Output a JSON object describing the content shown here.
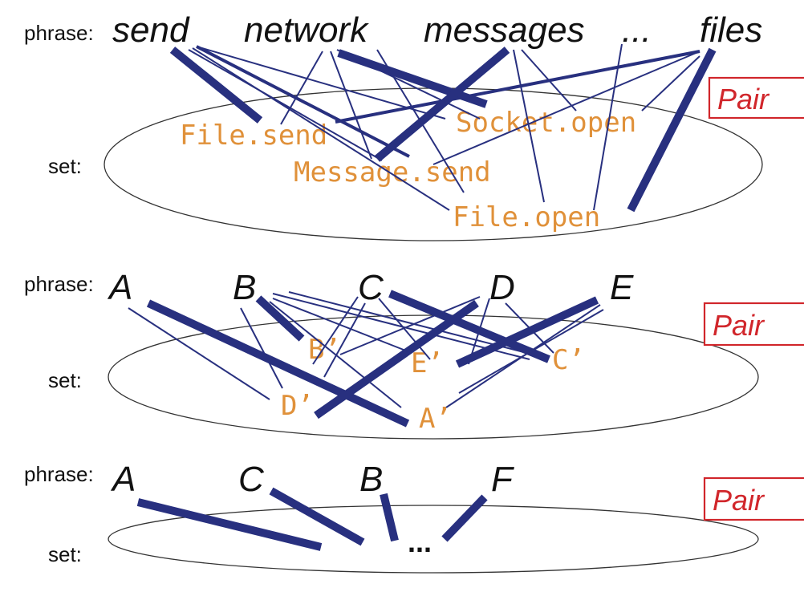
{
  "labels": {
    "phrase": "phrase:",
    "set": "set:",
    "pair": "Pair"
  },
  "colors": {
    "line": "#28307f",
    "set_text": "#e0913a",
    "pair": "#d1262b"
  },
  "panel1": {
    "phrases": [
      "send",
      "network",
      "messages",
      "...",
      "files"
    ],
    "set_items": [
      "File.send",
      "Socket.open",
      "Message.send",
      "File.open"
    ]
  },
  "panel2": {
    "phrases": [
      "A",
      "B",
      "C",
      "D",
      "E"
    ],
    "set_items": [
      "B’",
      "E’",
      "C’",
      "D’",
      "A’"
    ]
  },
  "panel3": {
    "phrases": [
      "A",
      "C",
      "B",
      "F"
    ],
    "ellipsis": "..."
  }
}
